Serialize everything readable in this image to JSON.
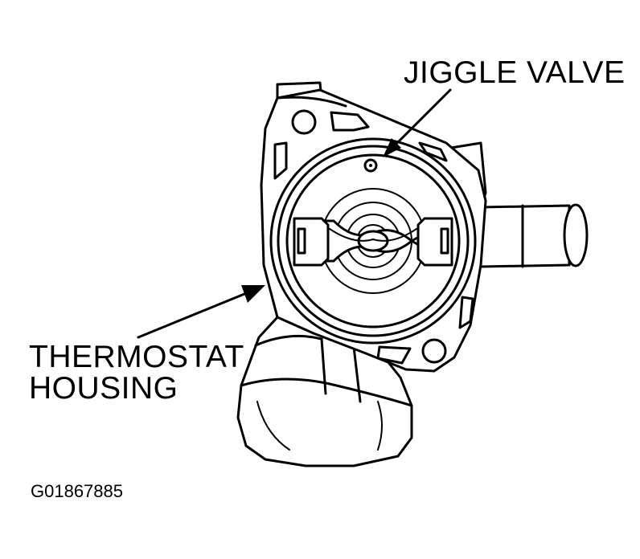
{
  "labels": {
    "jiggle_valve": "JIGGLE VALVE",
    "housing_line1": "THERMOSTAT",
    "housing_line2": "HOUSING",
    "figure_id": "G01867885"
  }
}
